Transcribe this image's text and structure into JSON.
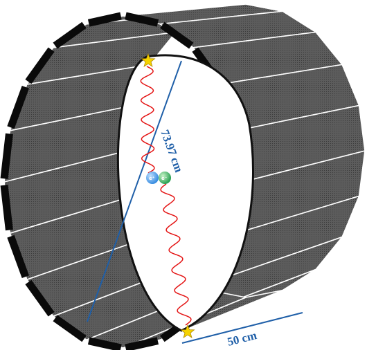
{
  "diagram": {
    "diameter_label": "73.97 cm",
    "length_label": "50 cm",
    "positron_label": "e⁺",
    "electron_label": "e⁻",
    "module_count": 20,
    "colors": {
      "module_face": "#585858",
      "module_face_dark": "#4a4a4a",
      "module_edge": "#0a0a0a",
      "dimension_line": "#1f5fa8",
      "photon_wave": "#e41414",
      "star": "#f5d300",
      "positron": "#2e86de",
      "electron": "#27ae60"
    }
  }
}
